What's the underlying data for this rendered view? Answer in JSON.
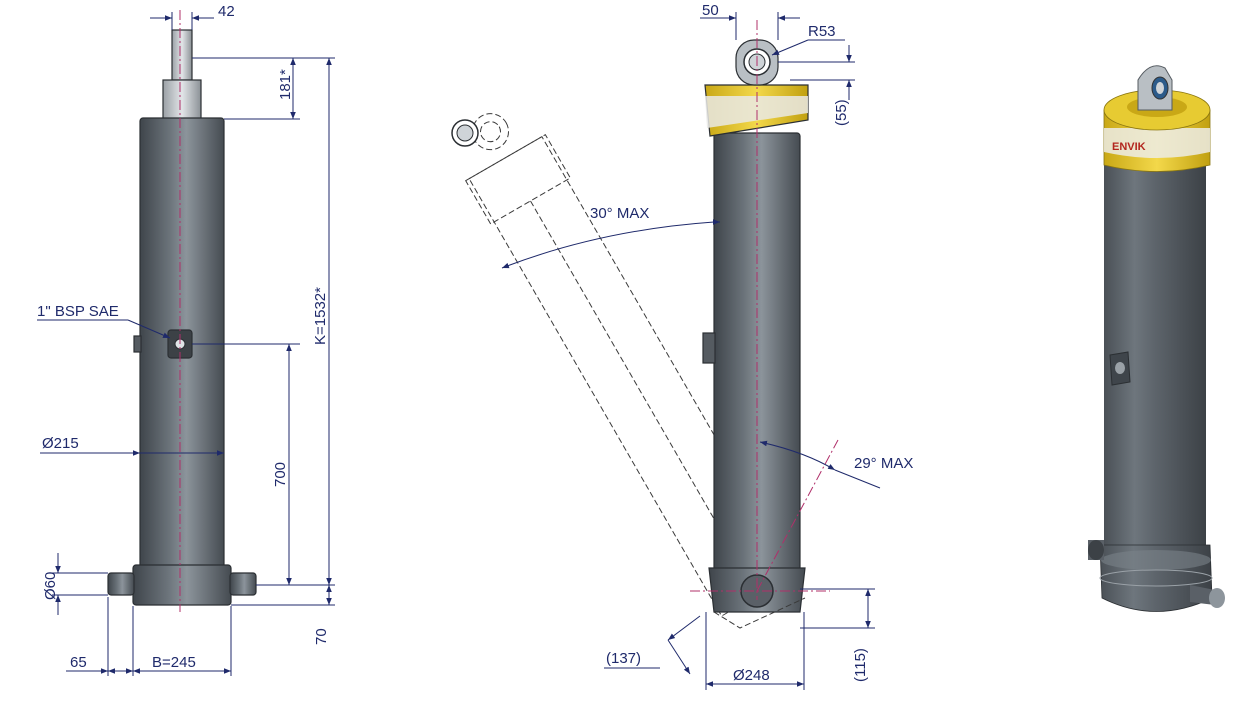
{
  "colors": {
    "body": "#5f666d",
    "dimension": "#1f2a6b",
    "centerline": "#b0306a",
    "collar": "#e4c62a"
  },
  "views": {
    "front": {
      "dims": {
        "eye_width": "42",
        "stroke_top": "181*",
        "closed_length": "K=1532*",
        "port_label": "1\" BSP SAE",
        "port_height": "700",
        "body_diameter": "Ø215",
        "trunnion_diameter": "Ø60",
        "trunnion_offset": "65",
        "bore_b": "B=245",
        "base_height": "70"
      }
    },
    "side": {
      "dims": {
        "eye_width": "50",
        "eye_radius": "R53",
        "eye_height": "(55)",
        "tilt_forward": "30° MAX",
        "tilt_back": "29° MAX",
        "pivot_offset": "(137)",
        "base_diameter": "Ø248",
        "base_height": "(115)"
      }
    },
    "iso": {
      "brand_fragment": "ENVIK"
    }
  }
}
